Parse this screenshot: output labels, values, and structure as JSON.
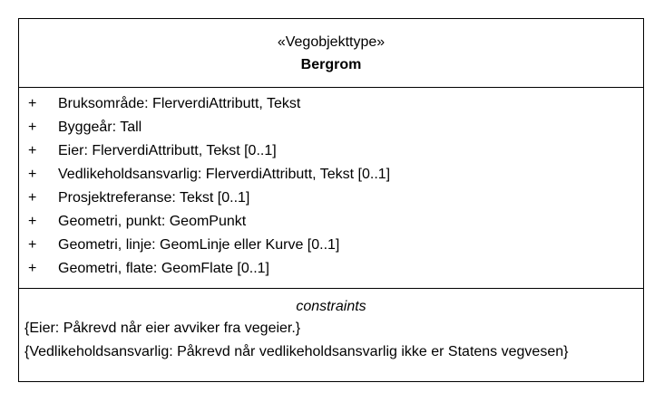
{
  "class": {
    "stereotype": "«Vegobjekttype»",
    "name": "Bergrom"
  },
  "attributes": [
    {
      "visibility": "+",
      "text": "Bruksområde: FlerverdiAttributt, Tekst"
    },
    {
      "visibility": "+",
      "text": "Byggeår: Tall"
    },
    {
      "visibility": "+",
      "text": "Eier: FlerverdiAttributt, Tekst [0..1]"
    },
    {
      "visibility": "+",
      "text": "Vedlikeholdsansvarlig: FlerverdiAttributt, Tekst [0..1]"
    },
    {
      "visibility": "+",
      "text": "Prosjektreferanse: Tekst [0..1]"
    },
    {
      "visibility": "+",
      "text": "Geometri, punkt: GeomPunkt"
    },
    {
      "visibility": "+",
      "text": "Geometri, linje: GeomLinje eller Kurve [0..1]"
    },
    {
      "visibility": "+",
      "text": "Geometri, flate: GeomFlate [0..1]"
    }
  ],
  "constraints": {
    "title": "constraints",
    "items": [
      "{Eier: Påkrevd når eier avviker fra vegeier.}",
      "{Vedlikeholdsansvarlig: Påkrevd når vedlikeholdsansvarlig ikke er Statens vegvesen}"
    ]
  }
}
